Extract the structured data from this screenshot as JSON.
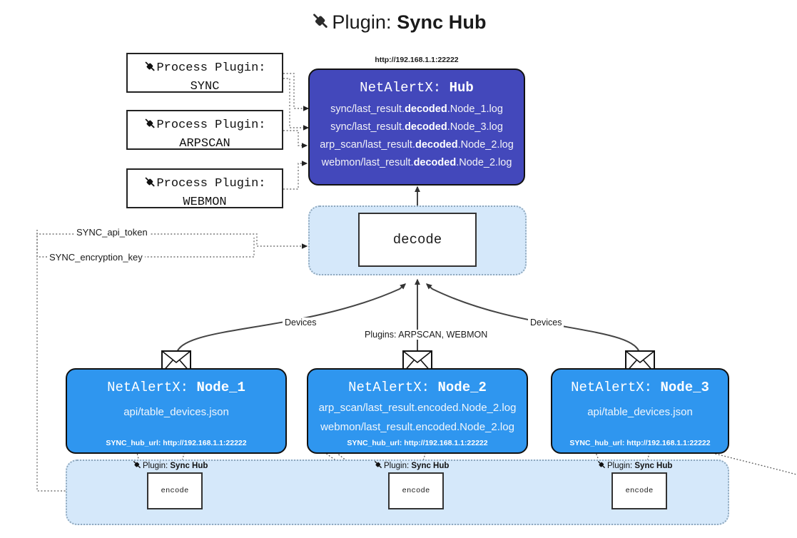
{
  "title": {
    "icon": "plug-icon",
    "label": "Plugin:",
    "value": "Sync Hub"
  },
  "process_plugins": [
    {
      "icon": "plug-icon",
      "line1": "Process Plugin:",
      "line2": "SYNC"
    },
    {
      "icon": "plug-icon",
      "line1": "Process Plugin:",
      "line2": "ARPSCAN"
    },
    {
      "icon": "plug-icon",
      "line1": "Process Plugin:",
      "line2": "WEBMON"
    }
  ],
  "hub": {
    "url": "http://192.168.1.1:22222",
    "prefix": "NetAlertX:",
    "name": "Hub",
    "lines": [
      {
        "pre": "sync/last_result.",
        "bold": "decoded",
        "post": ".Node_1.log"
      },
      {
        "pre": "sync/last_result.",
        "bold": "decoded",
        "post": ".Node_3.log"
      },
      {
        "pre": "arp_scan/last_result.",
        "bold": "decoded",
        "post": ".Node_2.log"
      },
      {
        "pre": "webmon/last_result.",
        "bold": "decoded",
        "post": ".Node_2.log"
      }
    ]
  },
  "decode": {
    "label": "decode"
  },
  "config_paths": [
    {
      "label": "SYNC_api_token"
    },
    {
      "label": "SYNC_encryption_key"
    }
  ],
  "edge_labels": {
    "devices_left": "Devices",
    "devices_right": "Devices",
    "plugins_middle": "Plugins: ARPSCAN, WEBMON"
  },
  "nodes": [
    {
      "prefix": "NetAlertX:",
      "name": "Node_1",
      "lines": [
        "api/table_devices.json"
      ],
      "footer": "SYNC_hub_url: http://192.168.1.1:22222",
      "mail_icon": "envelope-icon"
    },
    {
      "prefix": "NetAlertX:",
      "name": "Node_2",
      "lines": [
        "arp_scan/last_result.encoded.Node_2.log",
        "webmon/last_result.encoded.Node_2.log"
      ],
      "footer": "SYNC_hub_url: http://192.168.1.1:22222",
      "mail_icon": "envelope-icon"
    },
    {
      "prefix": "NetAlertX:",
      "name": "Node_3",
      "lines": [
        "api/table_devices.json"
      ],
      "footer": "SYNC_hub_url: http://192.168.1.1:22222",
      "mail_icon": "envelope-icon"
    }
  ],
  "encoders": [
    {
      "tag_icon": "plug-icon",
      "tag_label": "Plugin:",
      "tag_value": "Sync Hub",
      "box_label": "encode"
    },
    {
      "tag_icon": "plug-icon",
      "tag_label": "Plugin:",
      "tag_value": "Sync Hub",
      "box_label": "encode"
    },
    {
      "tag_icon": "plug-icon",
      "tag_label": "Plugin:",
      "tag_value": "Sync Hub",
      "box_label": "encode"
    }
  ],
  "colors": {
    "hub_fill": "#4348bb",
    "node_fill": "#2f96ef",
    "panel_fill": "#d5e8fa",
    "stroke": "#333333",
    "background": "#ffffff"
  }
}
